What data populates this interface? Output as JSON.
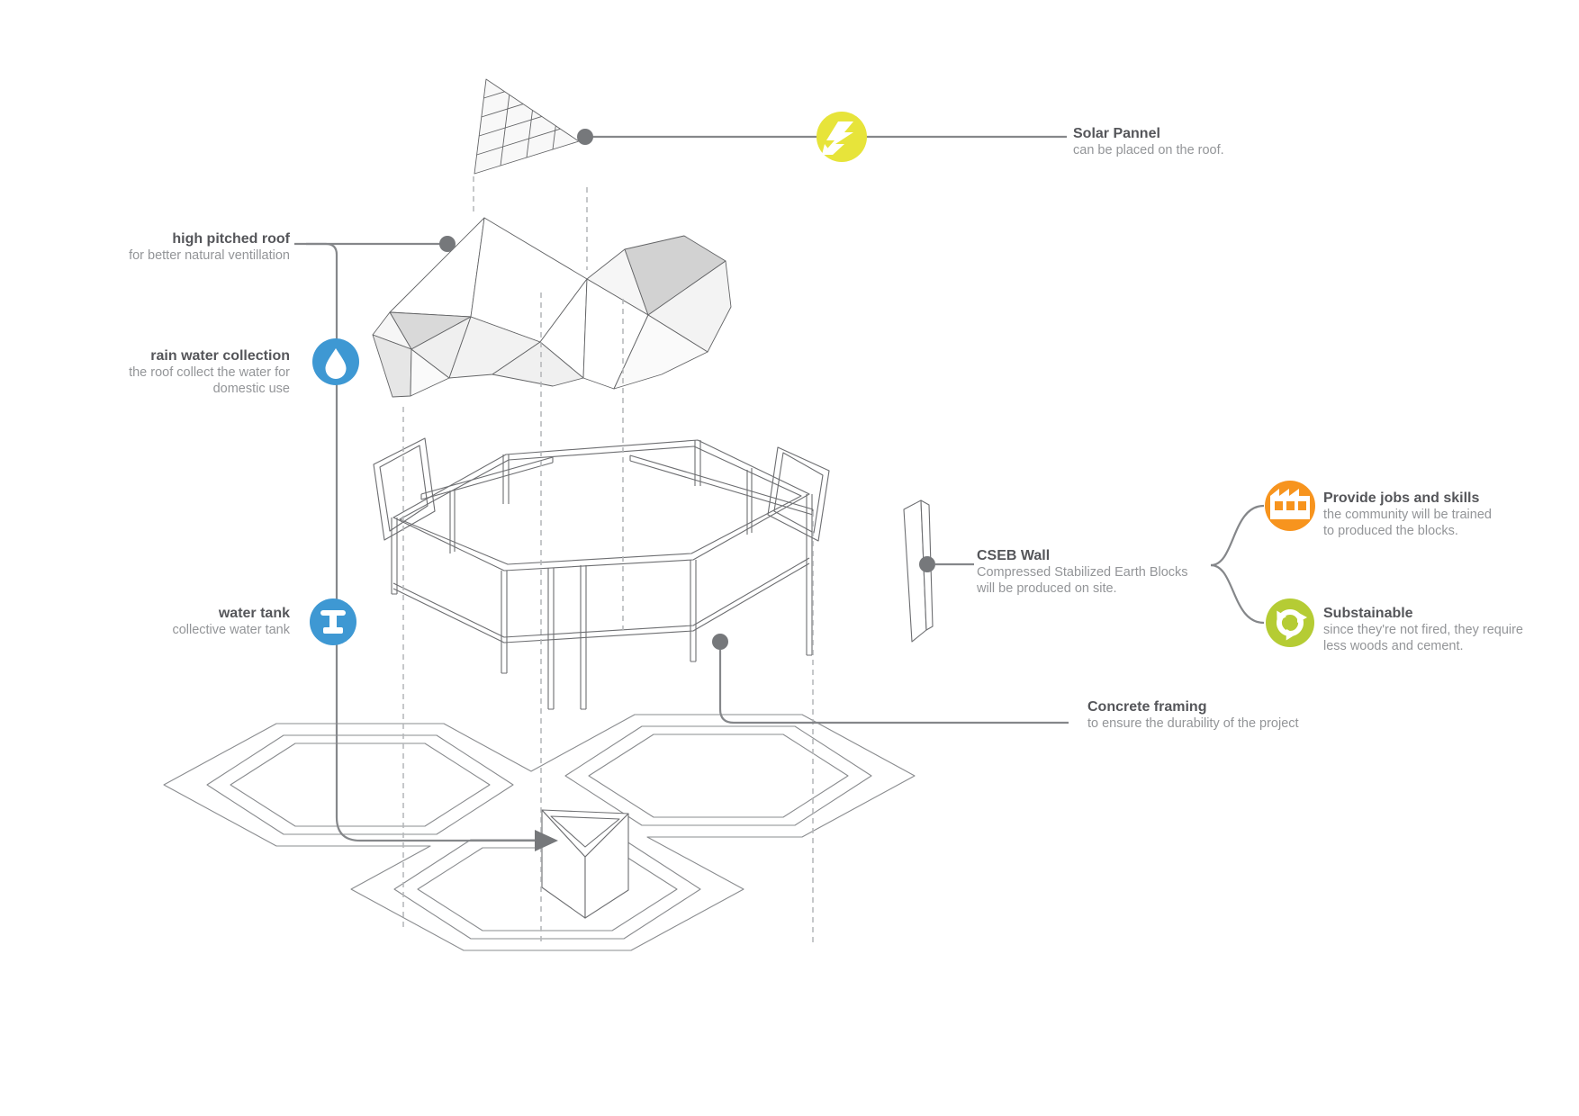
{
  "diagram": {
    "type": "exploded-axonometric-architecture-diagram",
    "subject": "hexagonal pavilion with faceted roof, CSEB walls, concrete frame and hexagonal floor plan"
  },
  "colors": {
    "yellow": "#e7e43a",
    "blue": "#3e98d3",
    "orange": "#f7941e",
    "green": "#b5cc34",
    "dot_gray": "#76787b",
    "line_gray": "#85878a",
    "ink": "#55565a",
    "muted": "#939598"
  },
  "annotations": {
    "solar": {
      "title": "Solar Pannel",
      "desc": "can be placed on the roof.",
      "icon": "lightning-bolt-icon"
    },
    "roof": {
      "title": "high pitched roof",
      "desc": "for better natural ventillation"
    },
    "rain": {
      "title": "rain water collection",
      "desc1": "the roof collect the water for",
      "desc2": "domestic use",
      "icon": "water-droplet-icon"
    },
    "tank": {
      "title": "water tank",
      "desc": "collective water tank",
      "icon": "faucet-icon"
    },
    "cseb": {
      "title": "CSEB Wall",
      "desc1": "Compressed Stabilized Earth Blocks",
      "desc2": "will be produced on site."
    },
    "jobs": {
      "title": "Provide jobs and skills",
      "desc1": "the community will be trained",
      "desc2": "to produced the blocks.",
      "icon": "factory-icon"
    },
    "sustain": {
      "title": "Substainable",
      "desc1": "since they're not fired, they require",
      "desc2": "less woods and cement.",
      "icon": "recycle-icon"
    },
    "concrete": {
      "title": "Concrete framing",
      "desc": "to ensure the durability of the project"
    }
  }
}
